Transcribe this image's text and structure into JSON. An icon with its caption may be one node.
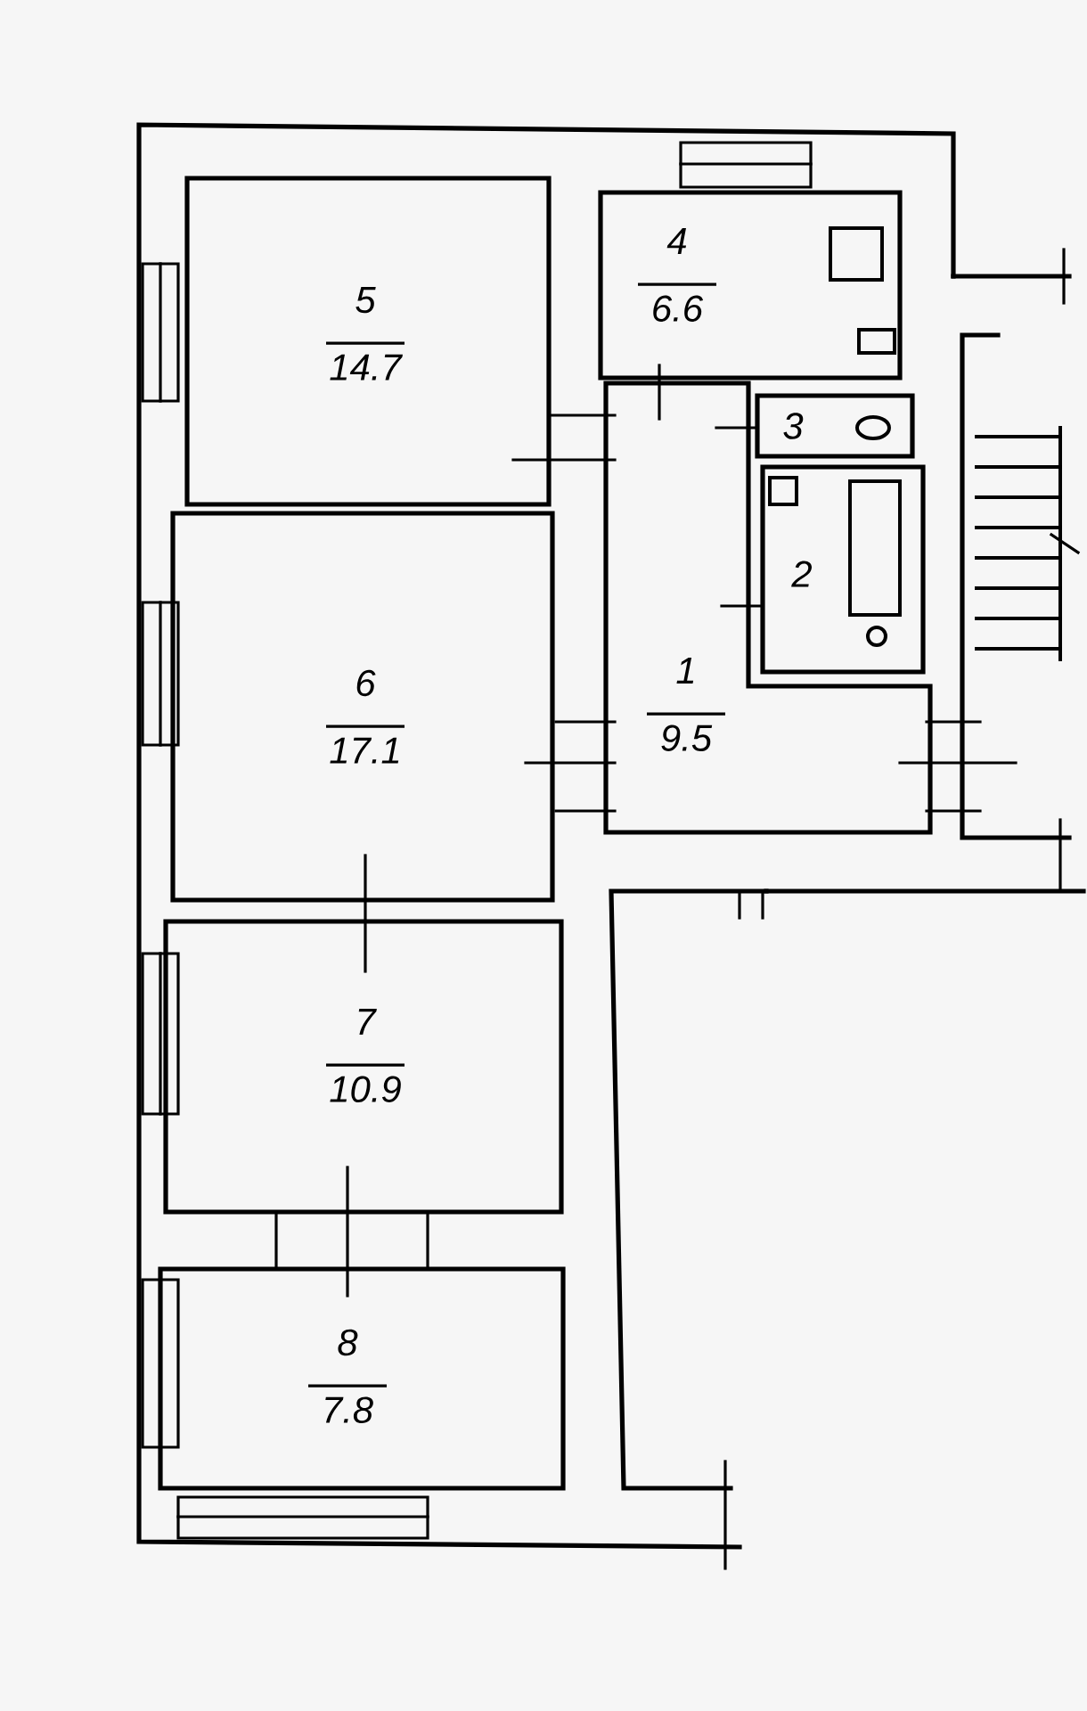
{
  "diagram": {
    "nodes": [
      {
        "text": [
          "5",
          "14.7"
        ]
      },
      {
        "text": [
          "4",
          "6.6"
        ]
      },
      {
        "text": [
          "3"
        ]
      },
      {
        "text": [
          "2"
        ]
      },
      {
        "text": [
          "6",
          "17.1"
        ]
      },
      {
        "text": [
          "1",
          "9.5"
        ]
      },
      {
        "text": [
          "7",
          "10.9"
        ]
      },
      {
        "text": [
          "8",
          "7.8"
        ]
      }
    ]
  }
}
